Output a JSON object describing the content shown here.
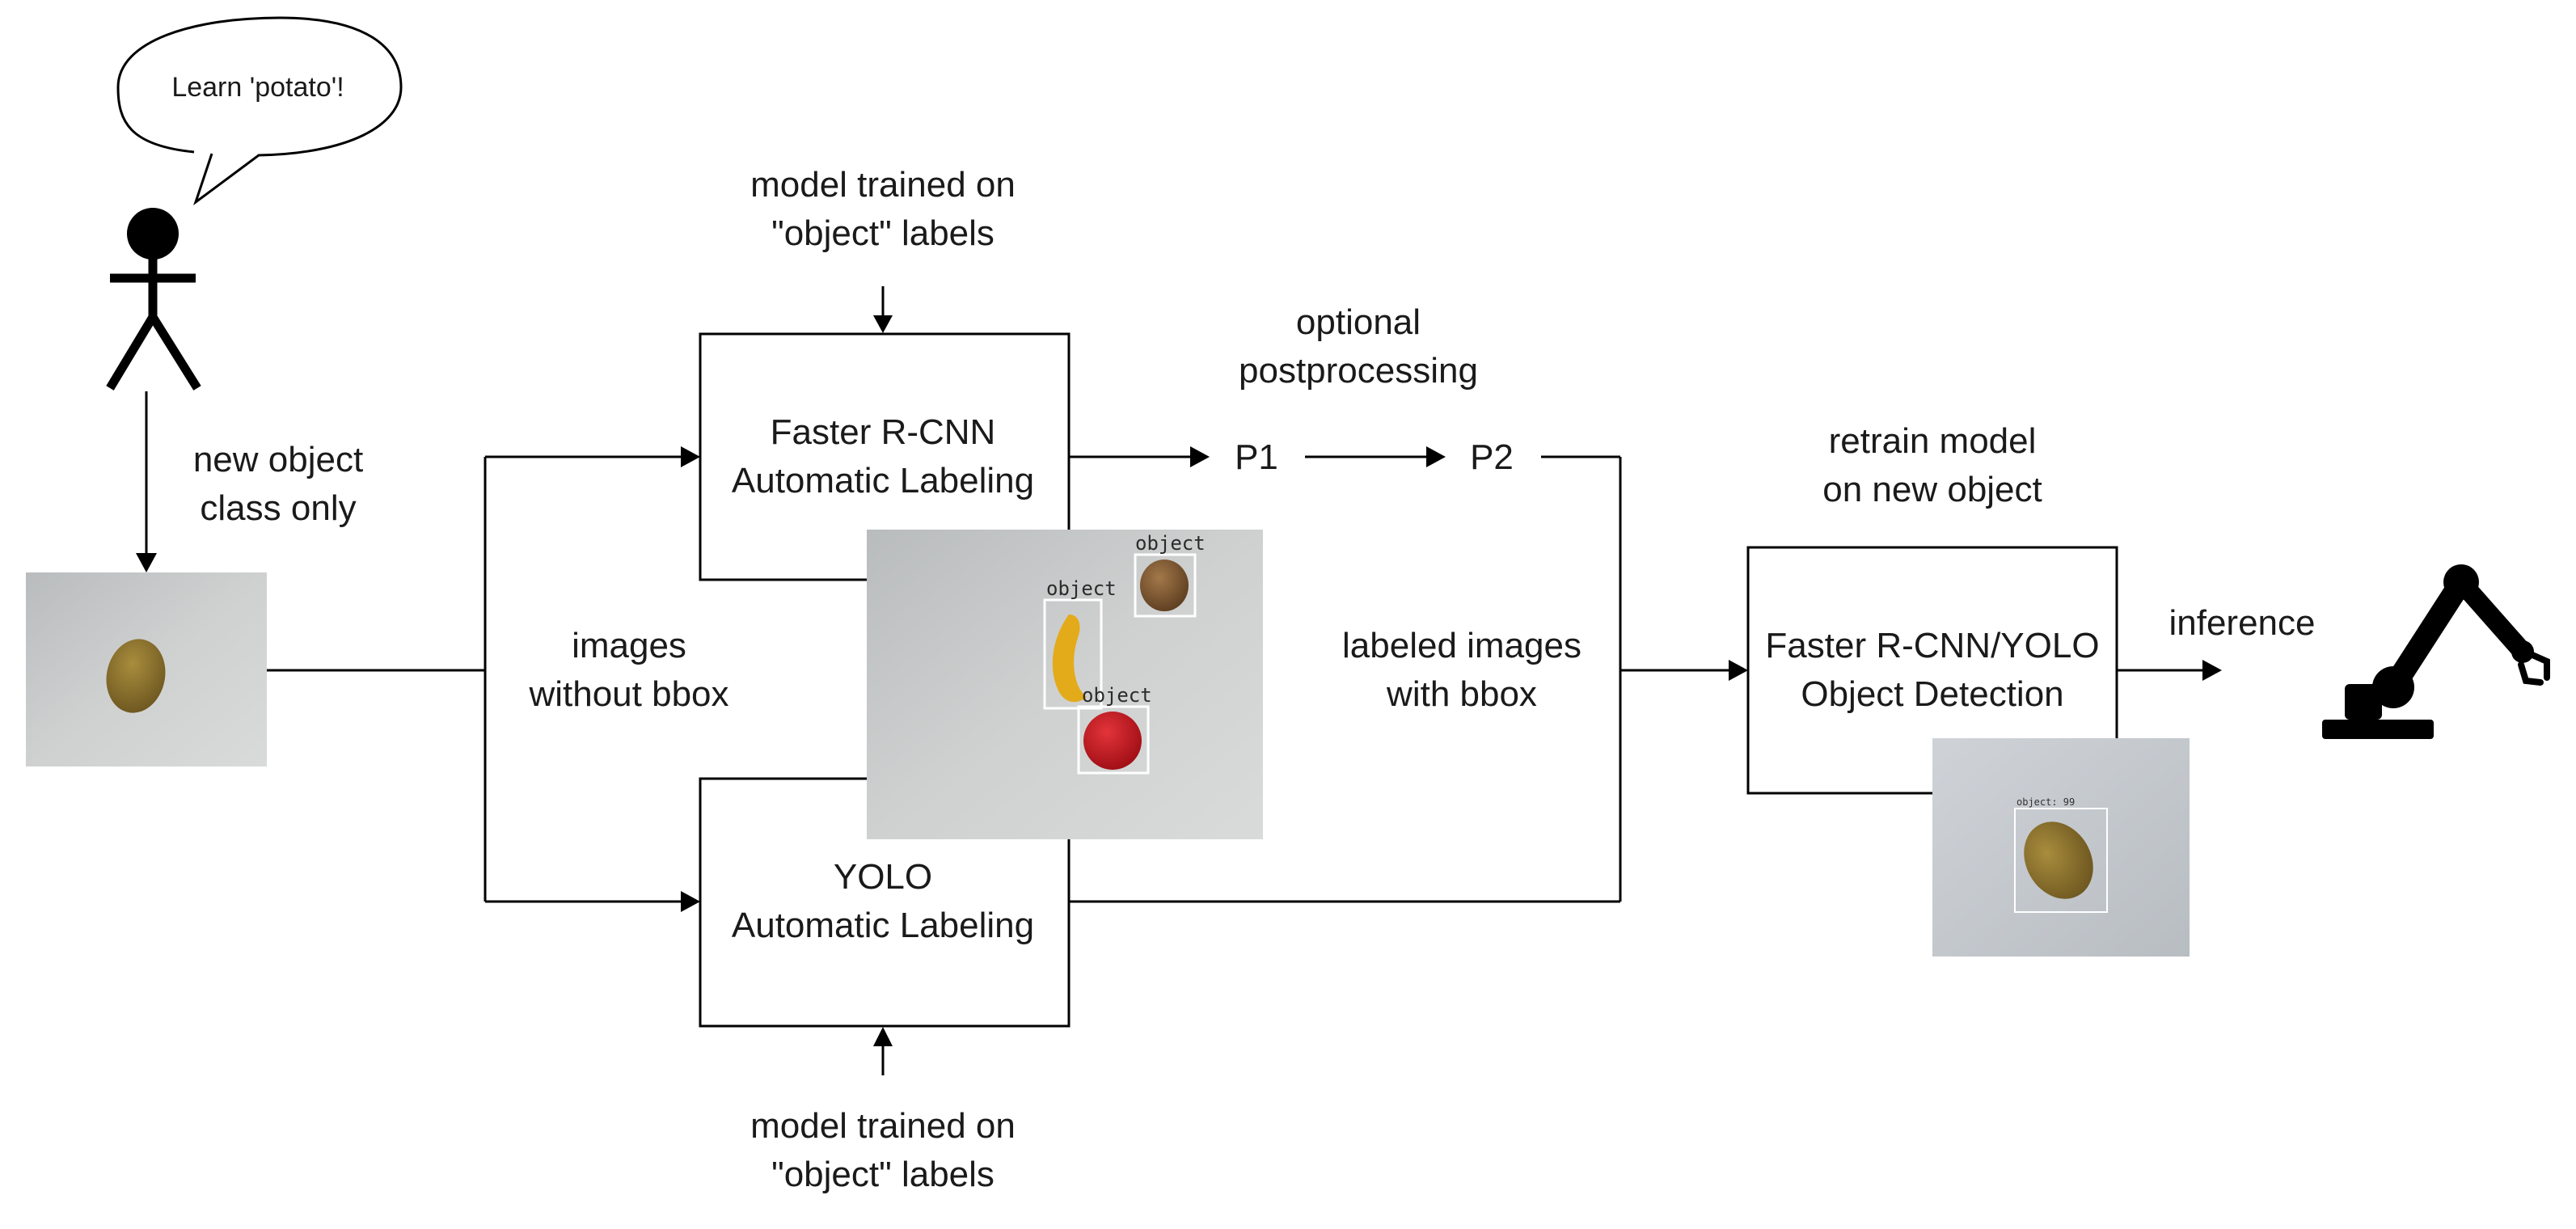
{
  "speech_bubble": {
    "text": "Learn 'potato'!"
  },
  "edge_labels": {
    "new_object_class": [
      "new object",
      "class only"
    ],
    "images_without_bbox": [
      "images",
      "without bbox"
    ],
    "model_trained_top": [
      "model trained on",
      "\"object\" labels"
    ],
    "model_trained_bottom": [
      "model trained on",
      "\"object\" labels"
    ],
    "optional_postprocessing": [
      "optional",
      "postprocessing"
    ],
    "labeled_images": [
      "labeled images",
      "with bbox"
    ],
    "retrain_model": [
      "retrain model",
      "on new object"
    ],
    "inference": "inference"
  },
  "nodes": {
    "faster_rcnn_labeling": [
      "Faster R-CNN",
      "Automatic Labeling"
    ],
    "yolo_labeling": [
      "YOLO",
      "Automatic Labeling"
    ],
    "p1": "P1",
    "p2": "P2",
    "detection": [
      "Faster R-CNN/YOLO",
      "Object Detection"
    ]
  },
  "photo_tags": {
    "object_a": "object",
    "object_b": "object",
    "object_c": "object",
    "detection_tag": "object: 99"
  },
  "colors": {
    "line": "#000000",
    "photo_background": "#c9cbca",
    "potato": "#8a6f2a",
    "banana": "#e8b21e",
    "apple": "#c4141c",
    "nut": "#7a5632"
  }
}
